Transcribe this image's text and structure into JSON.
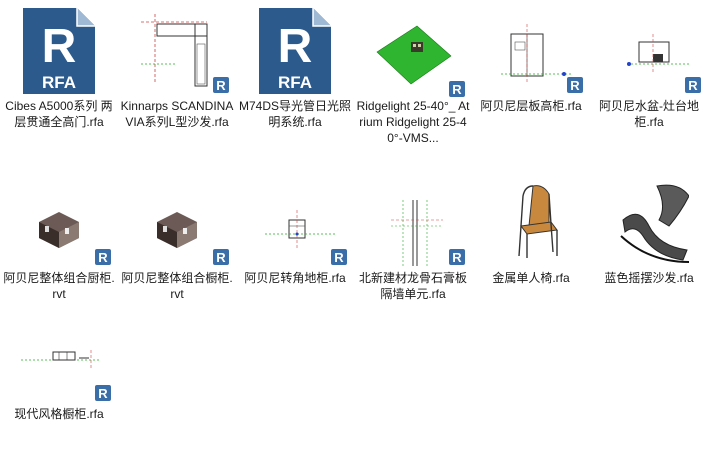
{
  "items": [
    {
      "label": "Cibes A5000系列 两层贯通全高门.rfa",
      "icon": "rfa-file-icon"
    },
    {
      "label": "Kinnarps SCANDINAVIA系列L型沙发.rfa",
      "icon": "lshape-sofa-plan-thumbnail"
    },
    {
      "label": "M74DS导光管日光照明系统.rfa",
      "icon": "rfa-file-icon"
    },
    {
      "label": "Ridgelight 25-40°_ Atrium Ridgelight 25-40°-VMS...",
      "icon": "skylight-3d-thumbnail"
    },
    {
      "label": "阿贝尼层板高柜.rfa",
      "icon": "tall-cabinet-elevation-thumbnail"
    },
    {
      "label": "阿贝尼水盆-灶台地柜.rfa",
      "icon": "sink-cabinet-elevation-thumbnail"
    },
    {
      "label": "阿贝尼整体组合厨柜.rvt",
      "icon": "kitchen-3d-thumbnail"
    },
    {
      "label": "阿贝尼整体组合橱柜.rvt",
      "icon": "kitchen-3d-thumbnail"
    },
    {
      "label": "阿贝尼转角地柜.rfa",
      "icon": "corner-cabinet-elevation-thumbnail"
    },
    {
      "label": "北新建材龙骨石膏板隔墙单元.rfa",
      "icon": "partition-wall-elevation-thumbnail"
    },
    {
      "label": "金属单人椅.rfa",
      "icon": "metal-chair-3d-thumbnail"
    },
    {
      "label": "蓝色摇摆沙发.rfa",
      "icon": "rocking-sofa-3d-thumbnail"
    },
    {
      "label": "现代风格橱柜.rfa",
      "icon": "modern-cabinet-plan-thumbnail"
    }
  ],
  "rfa_badge_text": "RFA",
  "revit_letter": "R",
  "colors": {
    "revit_blue": "#2c5a8c",
    "badge_blue": "#3a6ea8",
    "skylight_green": "#2fb52f",
    "chair_wood": "#c8893f"
  }
}
